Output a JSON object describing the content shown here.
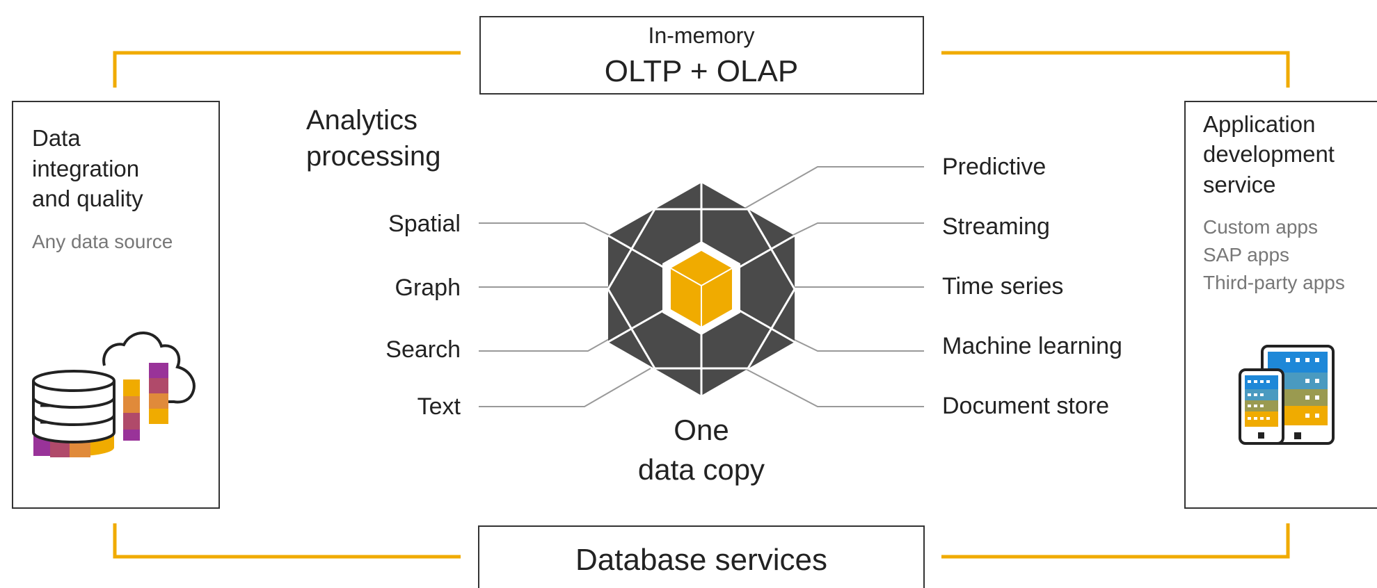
{
  "top_box": {
    "line1": "In-memory",
    "line2": "OLTP + OLAP"
  },
  "bottom_box": {
    "label": "Database services"
  },
  "left_panel": {
    "title_lines": [
      "Data",
      "integration",
      "and quality"
    ],
    "subtitle": "Any data source",
    "icon": "database-cloud-icon"
  },
  "right_panel": {
    "title_lines": [
      "Application",
      "development",
      "service"
    ],
    "items": [
      "Custom apps",
      "SAP apps",
      "Third-party apps"
    ],
    "icon": "mobile-devices-icon"
  },
  "center": {
    "heading_lines": [
      "Analytics",
      "processing"
    ],
    "left_labels": [
      "Spatial",
      "Graph",
      "Search",
      "Text"
    ],
    "right_labels": [
      "Predictive",
      "Streaming",
      "Time series",
      "Machine learning",
      "Document store"
    ],
    "caption_lines": [
      "One",
      "data copy"
    ],
    "icon": "hexagon-cube-icon"
  },
  "colors": {
    "accent": "#F0AB00",
    "hex_fill": "#4a4a4a",
    "frame": "#333333",
    "connector": "#999999"
  }
}
